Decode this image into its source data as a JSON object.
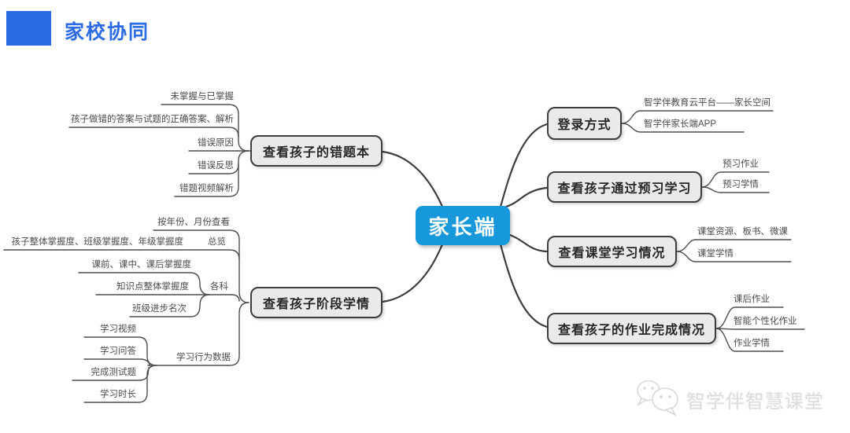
{
  "header": {
    "title": "家校协同"
  },
  "colors": {
    "accent": "#2b6be6",
    "center_node": "#1798da",
    "branch_fill": "#eaeaea",
    "line": "#4f4f4f"
  },
  "map": {
    "center": "家长端",
    "left": [
      {
        "label": "查看孩子的错题本",
        "children": [
          "未掌握与已掌握",
          "孩子做错的答案与试题的正确答案、解析",
          "错误原因",
          "错误反思",
          "错题视频解析"
        ]
      },
      {
        "label": "查看孩子阶段学情",
        "groups": [
          {
            "label": "总览",
            "children": [
              "按年份、月份查看",
              "孩子整体掌握度、班级掌握度、年级掌握度"
            ]
          },
          {
            "label": "各科",
            "children": [
              "课前、课中、课后掌握度",
              "知识点整体掌握度",
              "班级进步名次"
            ]
          },
          {
            "label": "学习行为数据",
            "children": [
              "学习视频",
              "学习问答",
              "完成测试题",
              "学习时长"
            ]
          }
        ]
      }
    ],
    "right": [
      {
        "label": "登录方式",
        "children": [
          "智学伴教育云平台——家长空间",
          "智学伴家长端APP"
        ]
      },
      {
        "label": "查看孩子通过预习学习",
        "children": [
          "预习作业",
          "预习学情"
        ]
      },
      {
        "label": "查看课堂学习情况",
        "children": [
          "课堂资源、板书、微课",
          "课堂学情"
        ]
      },
      {
        "label": "查看孩子的作业完成情况",
        "children": [
          "课后作业",
          "智能个性化作业",
          "作业学情"
        ]
      }
    ]
  },
  "watermark": {
    "text": "智学伴智慧课堂",
    "icon": "wechat-icon"
  }
}
